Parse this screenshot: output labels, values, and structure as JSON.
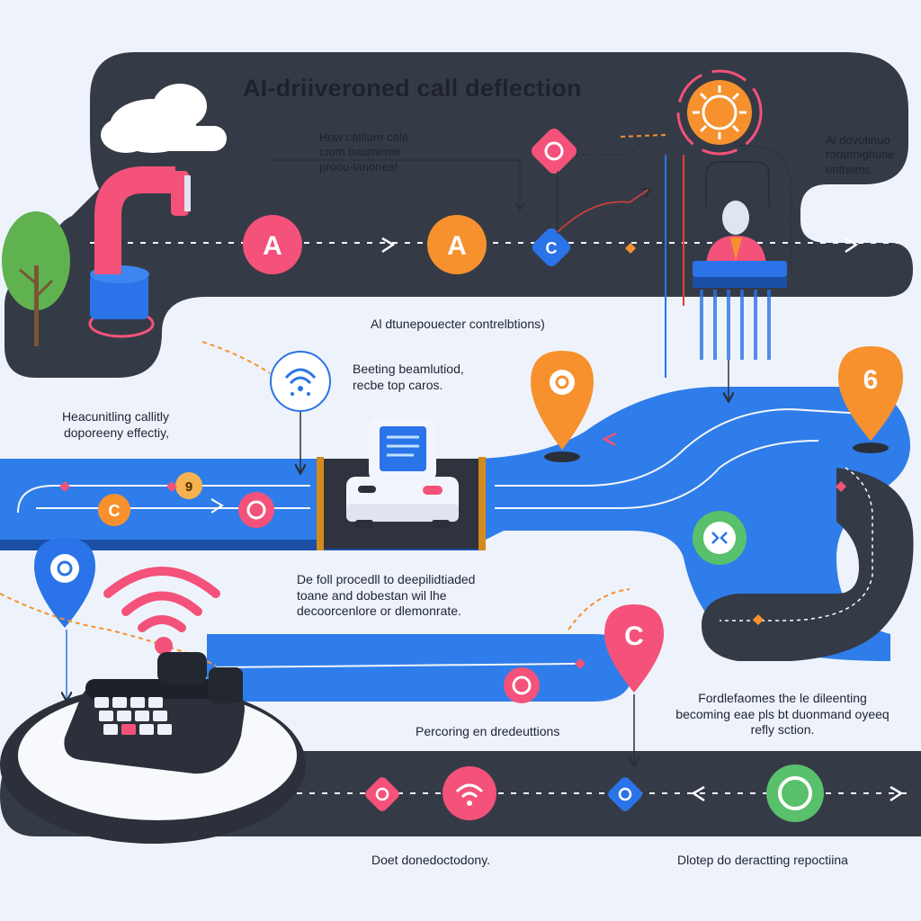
{
  "title": "AI-driiveroned call deflection",
  "labels": {
    "top_note": "How catllure cale\ncrom baumente\nproou-lanonea!",
    "right_note": "Ai dovotinuo\nroratmighune\nenthems.",
    "mid_caption": "Al dtunepouecter contrelbtions)",
    "bubble_note": "Beeting beamlutiod,\nrecbe top caros.",
    "left_note": "Heacunitling callitly\ndoporeeny effectiy,",
    "center_note": "De foll procedll to deepilidtiaded\ntoane and dobestan wil lhe\ndecoorcenlore or dlemonrate.",
    "right_lower_note": "Fordlefaomes the le dileenting\nbecoming eae pls bt duonmand oyeeq\nrefly sction.",
    "bottom_mid_note": "Percoring en dredeuttions",
    "bottom_left_note": "Doet donedoctodony.",
    "bottom_right_note": "Dlotep do deractting repoctiina"
  },
  "nodes": {
    "a1": "A",
    "a2": "A",
    "c_pin": "C",
    "small_c": "C",
    "small_9": "9",
    "g_pin": "6"
  },
  "colors": {
    "road": "#353b46",
    "blue_lane": "#2f7dea",
    "pink": "#f4527a",
    "orange": "#f6912e",
    "green": "#59c06b",
    "accent_blue": "#2a73e8"
  },
  "icons": [
    "cloud-icon",
    "tree-icon",
    "pipe-icon",
    "sun-icon",
    "agent-icon",
    "wifi-icon",
    "kiosk-icon",
    "telephone-icon",
    "location-pin-icon",
    "arrow-icon"
  ]
}
